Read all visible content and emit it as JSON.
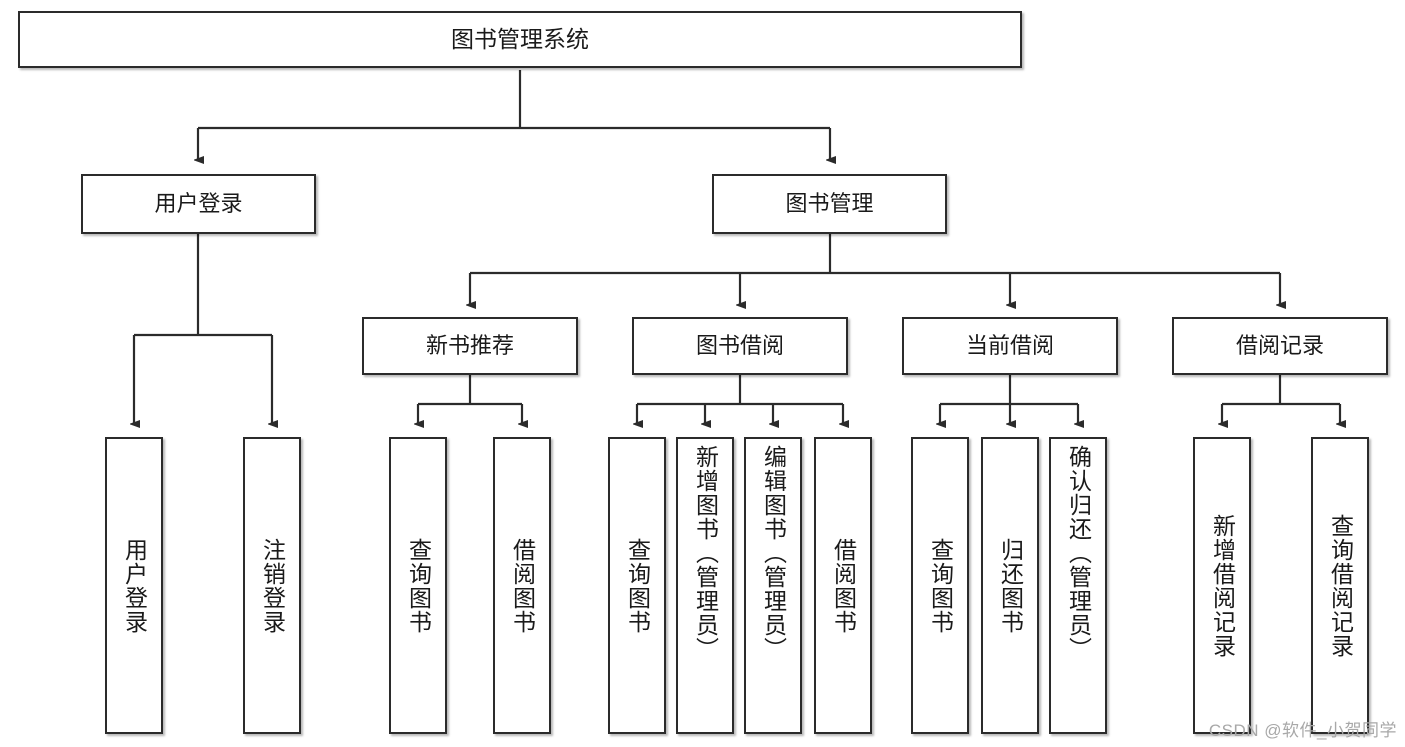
{
  "diagram": {
    "title": "图书管理系统",
    "type": "tree-hierarchy",
    "watermark": "CSDN @软件_小贺同学",
    "colors": {
      "border": "#2b2b2b",
      "text": "#1a1a1a",
      "background": "#ffffff",
      "connector": "#2b2b2b",
      "watermark": "#a8a8a8"
    },
    "root": {
      "label": "图书管理系统"
    },
    "tier2": [
      {
        "label": "用户登录"
      },
      {
        "label": "图书管理"
      }
    ],
    "tier3": [
      {
        "label": "新书推荐"
      },
      {
        "label": "图书借阅"
      },
      {
        "label": "当前借阅"
      },
      {
        "label": "借阅记录"
      }
    ],
    "leaves": {
      "user_login": [
        {
          "label": "用户登录"
        },
        {
          "label": "注销登录"
        }
      ],
      "new_book_recommend": [
        {
          "label": "查询图书"
        },
        {
          "label": "借阅图书"
        }
      ],
      "book_borrow": [
        {
          "label": "查询图书"
        },
        {
          "label": "新增图书（管理员）"
        },
        {
          "label": "编辑图书（管理员）"
        },
        {
          "label": "借阅图书"
        }
      ],
      "current_borrow": [
        {
          "label": "查询图书"
        },
        {
          "label": "归还图书"
        },
        {
          "label": "确认归还（管理员）"
        }
      ],
      "borrow_record": [
        {
          "label": "新增借阅记录"
        },
        {
          "label": "查询借阅记录"
        }
      ]
    }
  }
}
